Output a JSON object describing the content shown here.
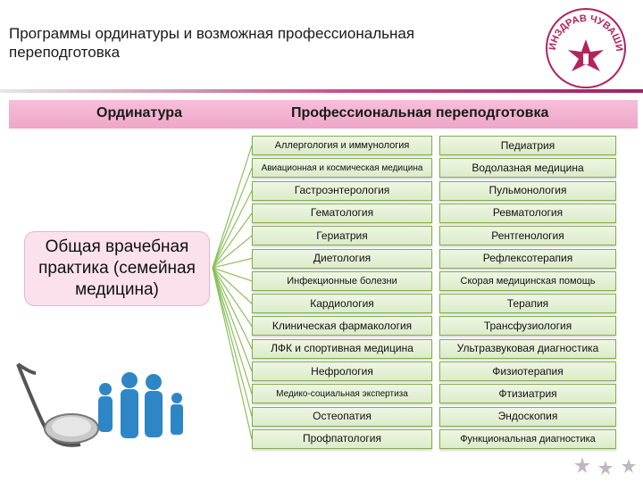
{
  "slide": {
    "title": "Программы ординатуры и возможная профессиональная переподготовка"
  },
  "logo": {
    "text": "МИНЗДРАВ ЧУВАШИИ"
  },
  "table": {
    "header_left": "Ординатура",
    "header_right": "Профессиональная переподготовка",
    "left_program": "Общая врачебная практика (семейная медицина)",
    "column1": [
      "Аллергология и иммунология",
      "Авиационная и космическая медицина",
      "Гастроэнтерология",
      "Гематология",
      "Гериатрия",
      "Диетология",
      "Инфекционные болезни",
      "Кардиология",
      "Клиническая фармакология",
      "ЛФК и спортивная медицина",
      "Нефрология",
      "Медико-социальная экспертиза",
      "Остеопатия",
      "Профпатология"
    ],
    "column2": [
      "Педиатрия",
      "Водолазная медицина",
      "Пульмонология",
      "Ревматология",
      "Рентгенология",
      "Рефлексотерапия",
      "Скорая медицинская помощь",
      "Терапия",
      "Трансфузиология",
      "Ультразвуковая диагностика",
      "Физиотерапия",
      "Фтизиатрия",
      "Эндоскопия",
      "Функциональная диагностика"
    ]
  },
  "colors": {
    "header_pink": "#f2b3d0",
    "item_border": "#7fb04e",
    "rule": "#c74a86"
  }
}
